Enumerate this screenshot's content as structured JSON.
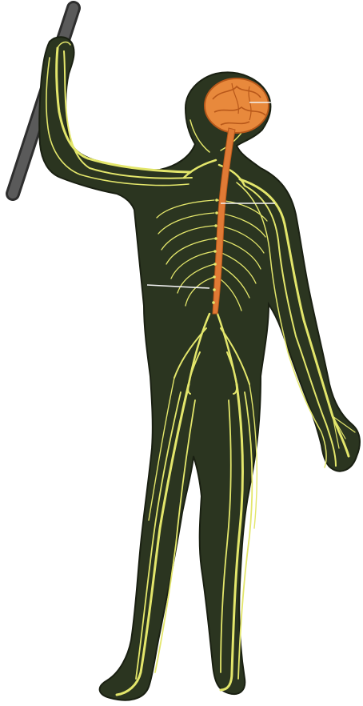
{
  "colors": {
    "background": "#ffffff",
    "body": "#2b3520",
    "body_outline": "#1a2012",
    "nerve": "#e3e66b",
    "brain": "#e8893c",
    "brain_fold": "#b8581a",
    "spinal_cord": "#e07a35",
    "stick": "#4a4a4a",
    "leader_line": "#f2f2f2"
  },
  "figure": {
    "subject": "human-nervous-system",
    "view": "posterior",
    "pose": "right-arm-raised-holding-stick"
  },
  "label_lines": [
    {
      "target": "brain"
    },
    {
      "target": "spinal-cord"
    },
    {
      "target": "spinal-nerves"
    }
  ]
}
